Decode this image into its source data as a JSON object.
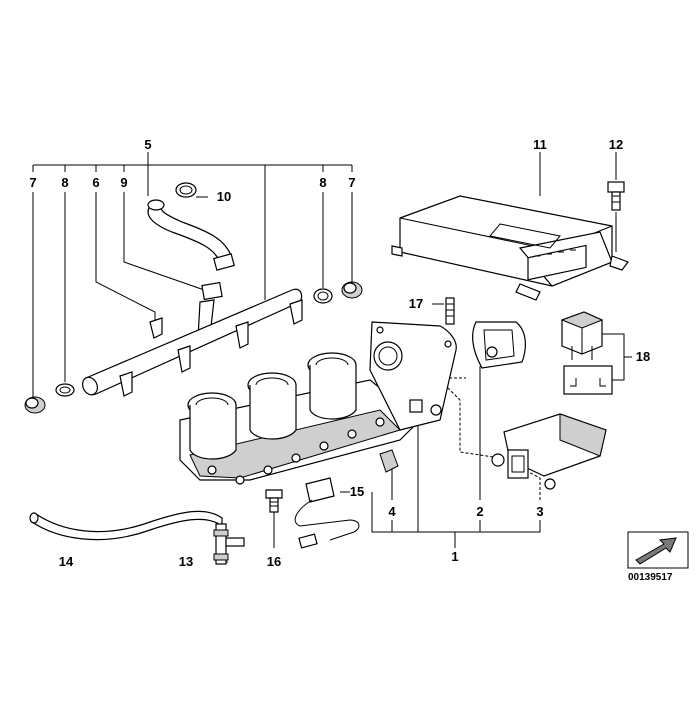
{
  "callouts": {
    "c1": "1",
    "c2": "2",
    "c3": "3",
    "c4": "4",
    "c5": "5",
    "c6": "6",
    "c7a": "7",
    "c7b": "7",
    "c8a": "8",
    "c8b": "8",
    "c9": "9",
    "c10": "10",
    "c11": "11",
    "c12": "12",
    "c13": "13",
    "c14": "14",
    "c15": "15",
    "c16": "16",
    "c17": "17",
    "c18": "18"
  },
  "diagram_id": "00139517"
}
